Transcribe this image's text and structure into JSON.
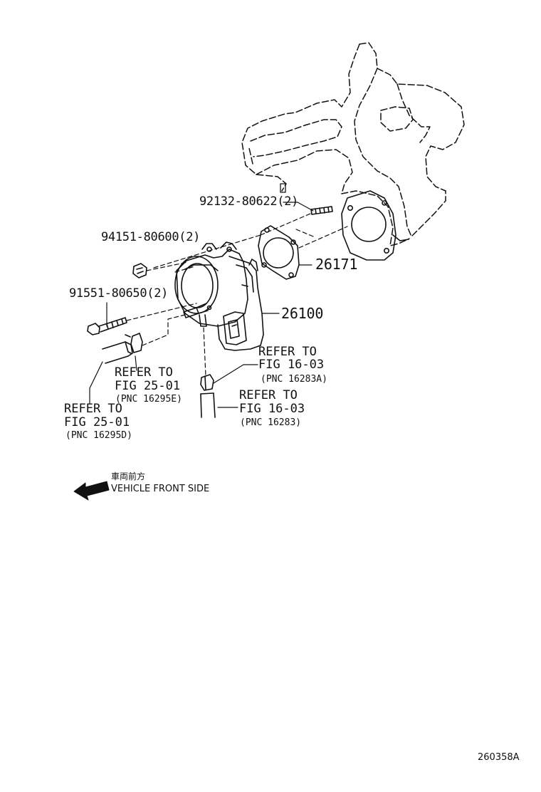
{
  "parts": {
    "stud_bolt": "92132-80622(2)",
    "nut": "94151-80600(2)",
    "bolt": "91551-80650(2)",
    "gasket": "26171",
    "throttle_body": "26100"
  },
  "references": [
    {
      "line1": "REFER TO",
      "line2": "FIG 16-03",
      "pnc": "(PNC 16283A)"
    },
    {
      "line1": "REFER TO",
      "line2": "FIG 16-03",
      "pnc": "(PNC 16283)"
    },
    {
      "line1": "REFER TO",
      "line2": "FIG 25-01",
      "pnc": "(PNC 16295E)"
    },
    {
      "line1": "REFER TO",
      "line2": "FIG 25-01",
      "pnc": "(PNC 16295D)"
    }
  ],
  "legend": {
    "japanese": "車両前方",
    "english": "VEHICLE FRONT SIDE",
    "arrow_icon": "left-arrow-icon"
  },
  "illustration_code": "260358A",
  "colors": {
    "line": "#111111",
    "background": "#ffffff"
  }
}
